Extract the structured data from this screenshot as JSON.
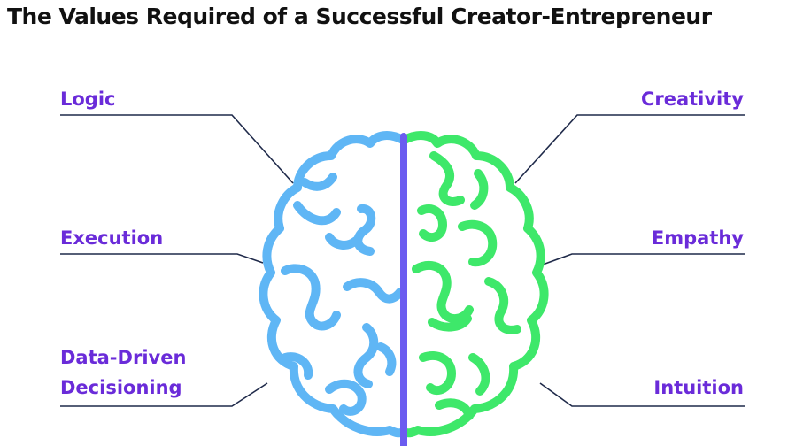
{
  "title": "The Values Required of a Successful Creator-Entrepreneur",
  "left_values": [
    "Logic",
    "Execution",
    "Data-Driven Decisioning"
  ],
  "right_values": [
    "Creativity",
    "Empathy",
    "Intuition"
  ],
  "colors": {
    "title": "#111111",
    "label": "#6a2bd9",
    "leader_line": "#1f2a4a",
    "left_hemisphere": "#5fb6f5",
    "right_hemisphere": "#3ee86a",
    "divider": "#6b5cf0"
  }
}
